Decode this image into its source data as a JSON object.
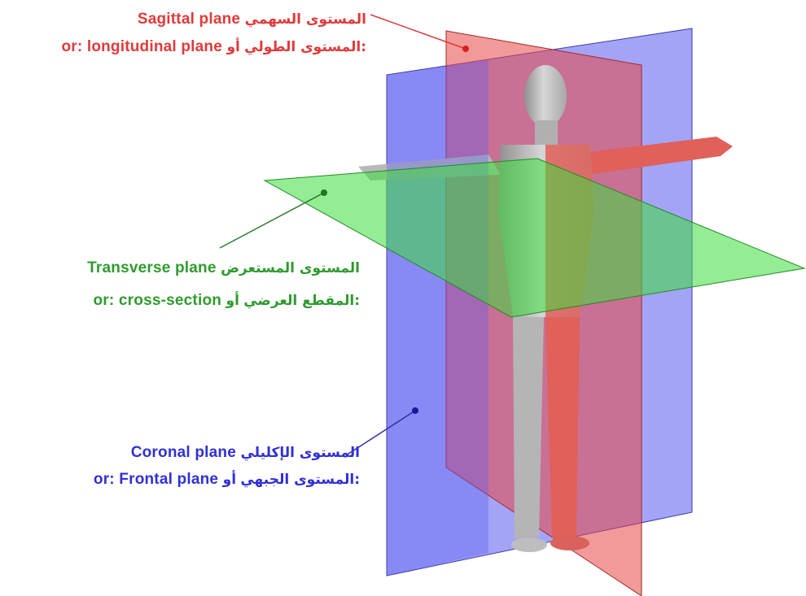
{
  "planes": {
    "sagittal": {
      "line1_en": "Sagittal plane",
      "line1_ar": "المستوى السهمي",
      "line2_prefix": "أو:",
      "line2_ar": "المستوى الطولي",
      "line2_en": "or: longitudinal plane",
      "color": "#e03a3a"
    },
    "transverse": {
      "line1_en": "Transverse plane",
      "line1_ar": "المستوى المستعرض",
      "line2_prefix": "أو:",
      "line2_ar": "المقطع العرضي",
      "line2_en": "or: cross-section",
      "color": "#2f9a2f"
    },
    "coronal": {
      "line1_en": "Coronal plane",
      "line1_ar": "المستوى الإكليلي",
      "line2_prefix": "أو:",
      "line2_ar": "المستوى الجبهي",
      "line2_en": "or: Frontal plane",
      "color": "#3030d8"
    }
  },
  "figure": {
    "skin_left": "#bdbdbd",
    "skin_right": "#e0605a"
  }
}
